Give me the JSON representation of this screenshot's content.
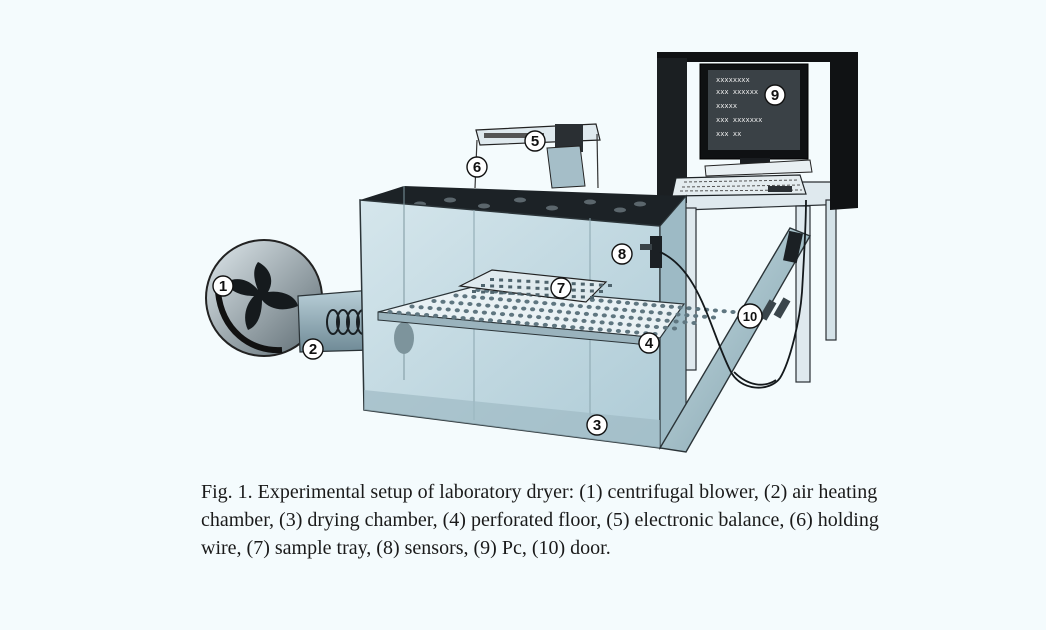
{
  "figure": {
    "labels": [
      {
        "num": "1",
        "part": "centrifugal blower"
      },
      {
        "num": "2",
        "part": "air heating chamber"
      },
      {
        "num": "3",
        "part": "drying chamber"
      },
      {
        "num": "4",
        "part": "perforated floor"
      },
      {
        "num": "5",
        "part": "electronic balance"
      },
      {
        "num": "6",
        "part": "holding wire"
      },
      {
        "num": "7",
        "part": "sample tray"
      },
      {
        "num": "8",
        "part": "sensors"
      },
      {
        "num": "9",
        "part": "Pc"
      },
      {
        "num": "10",
        "part": "door"
      }
    ],
    "monitor_lines": [
      "xxxxxxxx",
      "xxx xxxxxx",
      "xxxxx",
      "xxx xxxxxxx",
      "xxx xx"
    ]
  },
  "caption": {
    "text": "Fig. 1.  Experimental setup of laboratory dryer: (1) centrifugal blower, (2) air heating chamber, (3) drying chamber, (4) perforated floor, (5) electronic balance, (6) holding wire, (7) sample tray, (8) sensors, (9) Pc, (10) door."
  },
  "colors": {
    "background": "#f4fbfd",
    "chamber_glass": "#c5dde6",
    "chamber_dark": "#1c2226",
    "computer": "#101214"
  }
}
